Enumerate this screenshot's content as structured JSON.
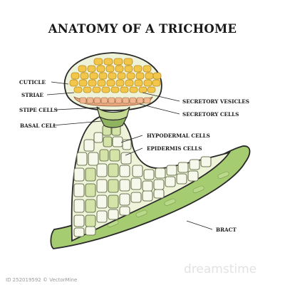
{
  "title": "ANATOMY OF A TRICHOME",
  "labels": {
    "cuticle": "CUTICLE",
    "striae": "STRIAE",
    "stipe_cells": "STIPE CELLS",
    "basal_cell": "BASAL CELL",
    "secretory_vesicles": "SECRETORY VESICLES",
    "secretory_cells": "SECRETORY CELLS",
    "hypodermal_cells": "HYPODERMAL CELLS",
    "epidermis_cells": "EPIDERMIS CELLS",
    "bract": "BRACT"
  },
  "watermark": {
    "brand": "dreamstime",
    "id": "ID 252019592 © VectorMine"
  },
  "colors": {
    "head_fill": "#eef2d8",
    "vesicle_fill": "#f2c64a",
    "vesicle_stroke": "#b98c1c",
    "secretory_cell_fill": "#e9a77f",
    "stipe_fill": "#c3d991",
    "basal_fill": "#8fb35f",
    "stalk_fill": "#eef3da",
    "cell_light": "#f7f8ec",
    "cell_green": "#d4e4a8",
    "bract_fill": "#a6cc72",
    "bract_stroke": "#5d7d35"
  }
}
